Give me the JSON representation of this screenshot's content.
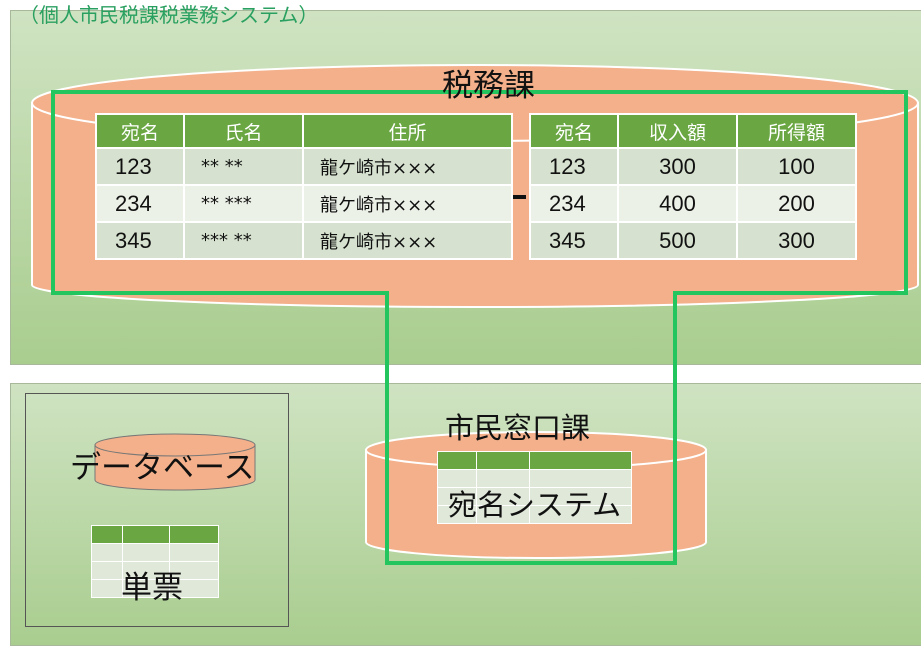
{
  "header_caption": "（個人市民税課税業務システム）",
  "tax_division": {
    "title": "税務課",
    "address_table": {
      "headers": [
        "宛名",
        "氏名",
        "住所"
      ],
      "rows": [
        [
          "123",
          "** **",
          "龍ケ崎市×××"
        ],
        [
          "234",
          "** ***",
          "龍ケ崎市×××"
        ],
        [
          "345",
          "*** **",
          "龍ケ崎市×××"
        ]
      ]
    },
    "link_mark": "-",
    "income_table": {
      "headers": [
        "宛名",
        "収入額",
        "所得額"
      ],
      "rows": [
        [
          "123",
          "300",
          "100"
        ],
        [
          "234",
          "400",
          "200"
        ],
        [
          "345",
          "500",
          "300"
        ]
      ]
    }
  },
  "citizen_division": {
    "title": "市民窓口課",
    "system_label": "宛名システム"
  },
  "legend": {
    "database_label": "データベース",
    "form_label": "単票"
  },
  "colors": {
    "panel_light": "#cfe3c2",
    "panel_dark": "#a9cd8f",
    "cylinder_fill": "#f3b08a",
    "highlight_outline": "#22c55e",
    "table_header": "#6aa743"
  }
}
